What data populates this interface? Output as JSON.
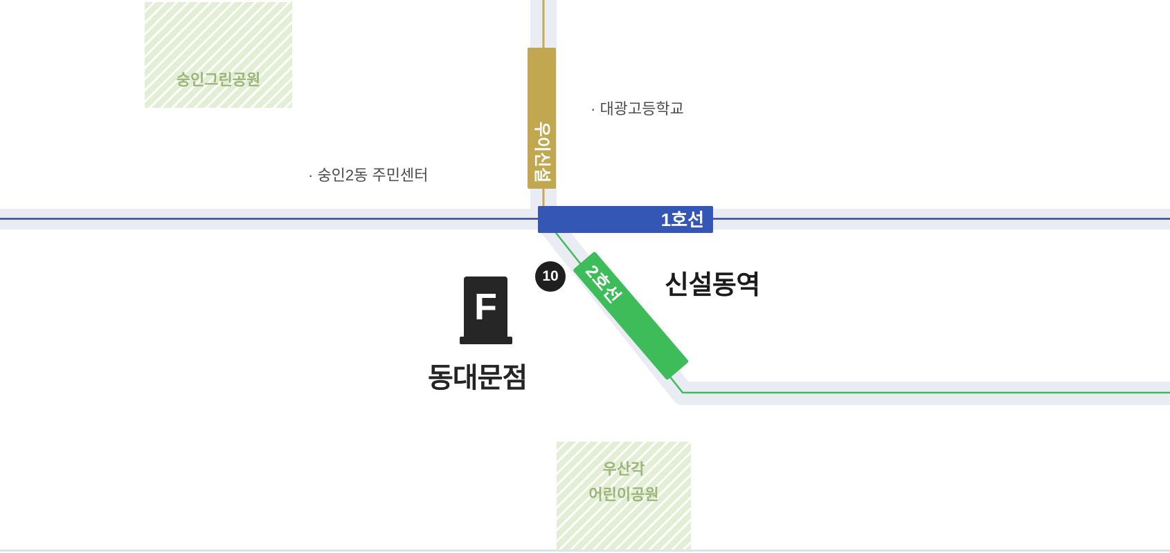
{
  "station": {
    "name": "신설동역"
  },
  "subway_lines": {
    "line1": {
      "label": "1호선",
      "color": "#3456b4"
    },
    "line2": {
      "label": "2호선",
      "color": "#3ebc59"
    },
    "ui_sinseol": {
      "label": "우이신설",
      "color": "#c1a750"
    }
  },
  "exit": {
    "number": "10"
  },
  "store": {
    "marker_letter": "F",
    "branch_name": "동대문점"
  },
  "pois": {
    "school": "· 대광고등학교",
    "community_center": "· 숭인2동 주민센터"
  },
  "parks": {
    "green_park": "숭인그린공원",
    "children_park_line1": "우산각",
    "children_park_line2": "어린이공원"
  },
  "colors": {
    "road": "#e9edf3",
    "line1_rail": "#35479f",
    "line2_rail": "#3ebc59",
    "ui_sinseol_rail": "#c7a94e",
    "park_fill": "#e3efd4",
    "park_text": "#9bb579",
    "marker": "#262626"
  }
}
